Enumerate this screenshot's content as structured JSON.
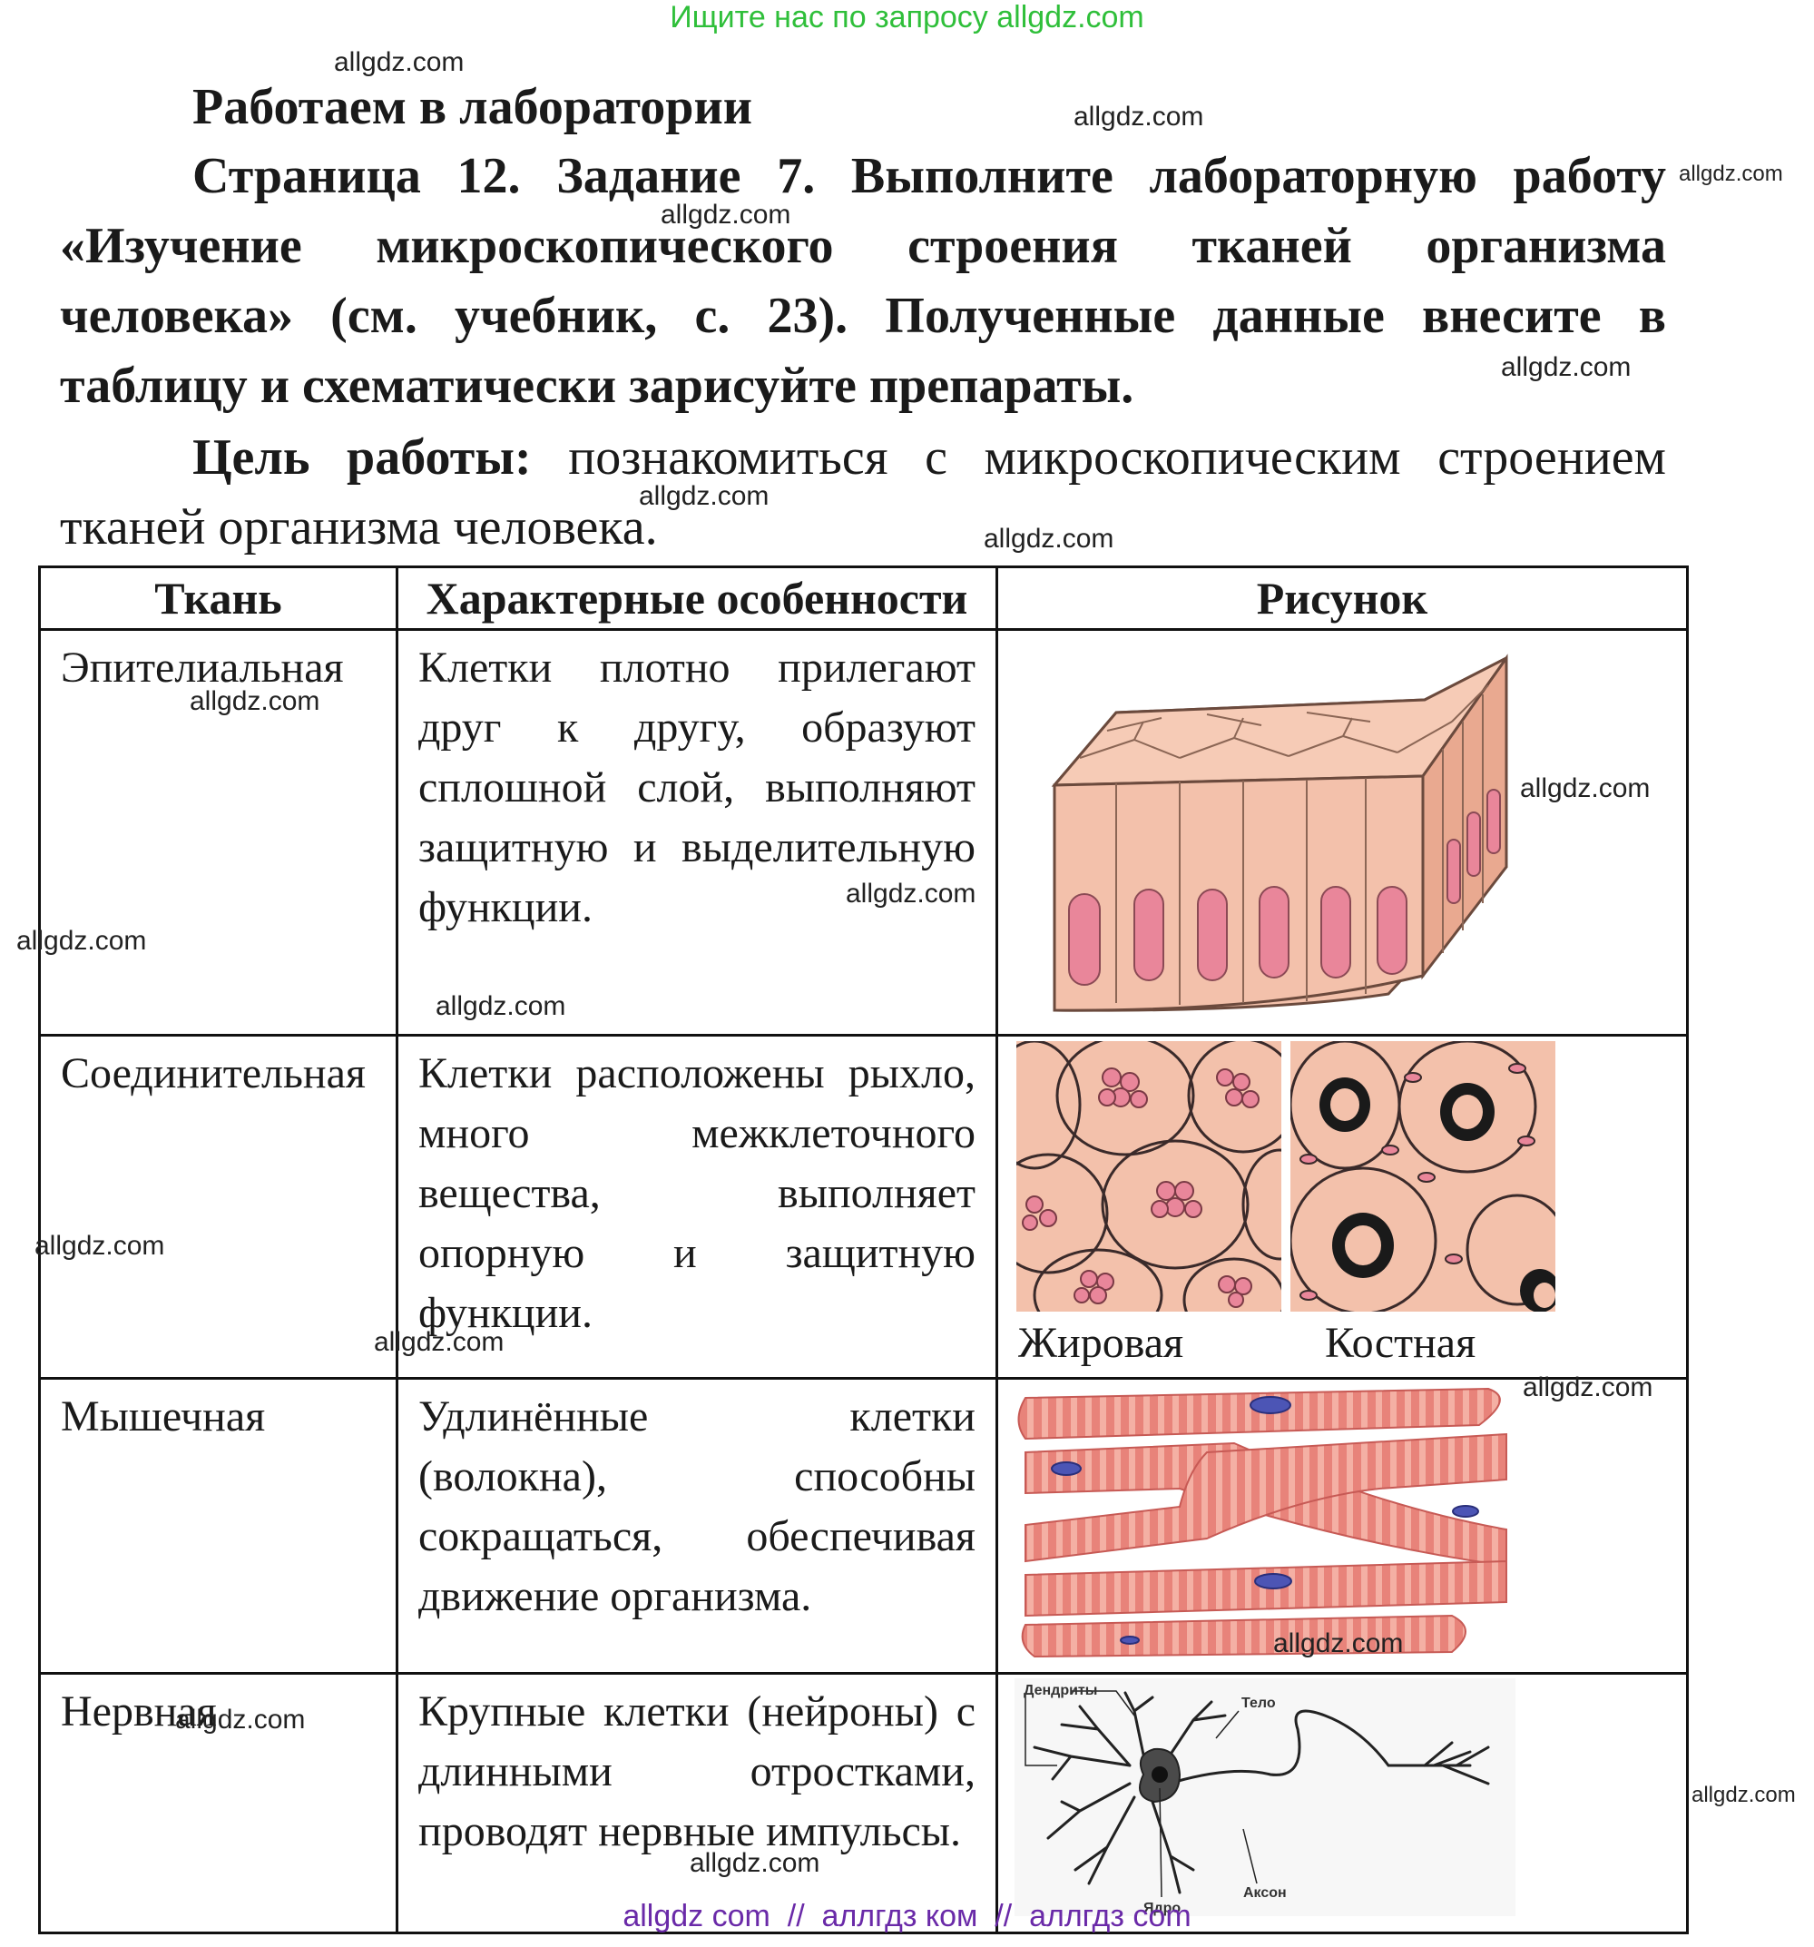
{
  "banner": "Ищите нас по запросу allgdz.com",
  "heading": "Работаем в лаборатории",
  "task": "Страница 12. Задание 7. Выполните лабораторную работу «Изучение микроскопического строения тканей организма человека» (см. учебник, с. 23). Полученные данные внесите в таблицу и схематически зарисуйте препараты.",
  "goal": {
    "label": "Цель работы:",
    "text": " познакомиться с микроскопическим строением тканей организма человека."
  },
  "table": {
    "headers": [
      "Ткань",
      "Характерные особенности",
      "Рисунок"
    ],
    "rows": [
      {
        "tissue": "Эпителиальная",
        "features": "Клетки плотно прилегают друг к другу, образуют сплошной слой, выполняют защитную и выделительную функции."
      },
      {
        "tissue": "Соединительная",
        "features": "Клетки расположены рыхло, много межклеточного вещества, выполняет опорную и защитную функции."
      },
      {
        "tissue": "Мышечная",
        "features": "Удлинённые клетки (волокна), способны сокращаться, обеспечивая движение организма."
      },
      {
        "tissue": "Нервная",
        "features": "Крупные клетки (нейроны) с длинными отростками, проводят нервные импульсы."
      }
    ],
    "captions": {
      "fat": "Жировая",
      "bone": "Костная"
    },
    "neuron_labels": {
      "dendrites": "Дендриты",
      "body": "Тело",
      "axon": "Аксон",
      "nucleus": "Ядро"
    }
  },
  "watermark": "allgdz.com",
  "footer": "allgdz com  //  аллгдз ком  //  аллгдз com",
  "colors": {
    "banner": "#2fbf3a",
    "footer": "#6a2aa8",
    "tissue_fill": "#f3c1ab",
    "nucleus_pink": "#e9869a",
    "muscle": "#e8837a",
    "muscle_nucleus": "#4c55b5"
  }
}
